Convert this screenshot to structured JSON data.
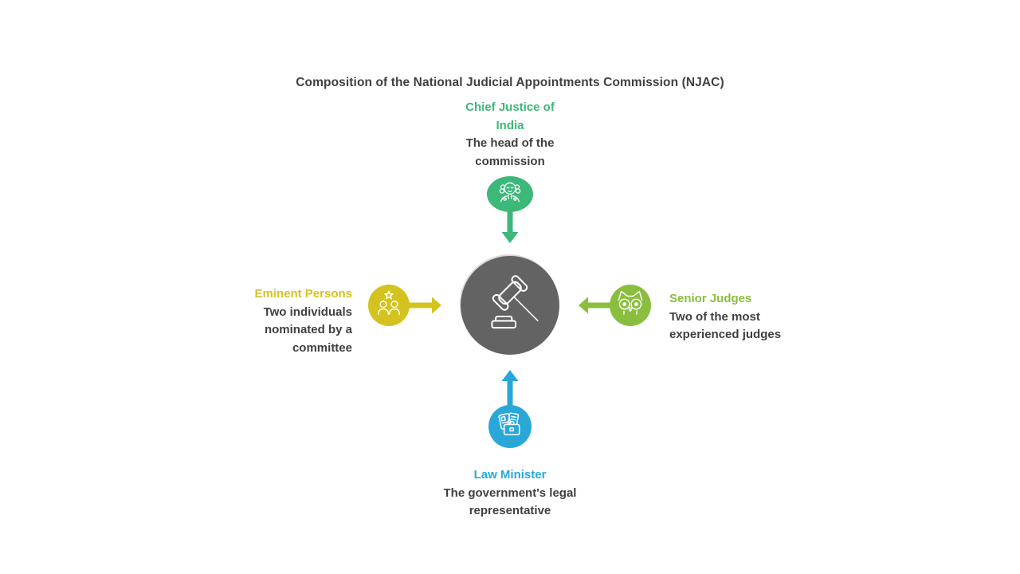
{
  "title": "Composition of the National Judicial Appointments Commission (NJAC)",
  "colors": {
    "green": "#3CB878",
    "yellow": "#D4C31F",
    "olive": "#8ABE3E",
    "blue": "#29A8D8",
    "center_gray": "#636363",
    "text": "#404040"
  },
  "center": {
    "icon": "gavel-icon",
    "color": "#636363"
  },
  "nodes": {
    "top": {
      "label": "Chief Justice of India",
      "description": "The head of the commission",
      "icon": "judge-icon",
      "color": "#3CB878",
      "arrow_direction": "down"
    },
    "left": {
      "label": "Eminent Persons",
      "description": "Two individuals nominated by a committee",
      "icon": "people-star-icon",
      "color": "#D4C31F",
      "arrow_direction": "right"
    },
    "right": {
      "label": "Senior Judges",
      "description": "Two of the most experienced judges",
      "icon": "owl-icon",
      "color": "#8ABE3E",
      "arrow_direction": "left"
    },
    "bottom": {
      "label": "Law Minister",
      "description": "The government's legal representative",
      "icon": "briefcase-icon",
      "color": "#29A8D8",
      "arrow_direction": "up"
    }
  }
}
